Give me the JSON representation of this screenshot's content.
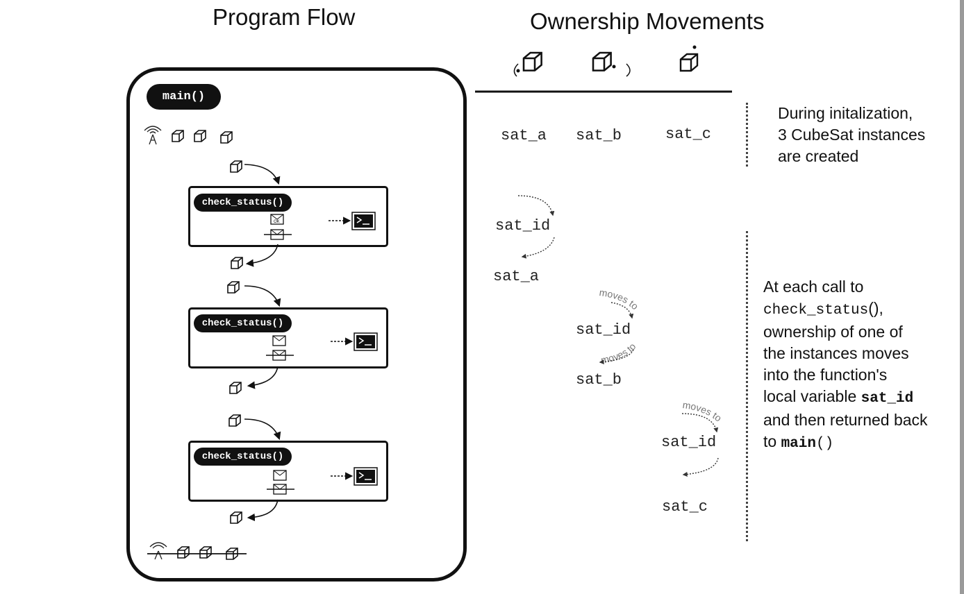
{
  "titles": {
    "program_flow": "Program Flow",
    "ownership": "Ownership Movements"
  },
  "program": {
    "main_label": "main()",
    "calls": [
      {
        "label": "check_status()"
      },
      {
        "label": "check_status()"
      },
      {
        "label": "check_status()"
      }
    ],
    "mail_ok_text": "OK"
  },
  "ownership": {
    "instances": [
      "sat_a",
      "sat_b",
      "sat_c"
    ],
    "moves": [
      {
        "local": "sat_id",
        "returned": "sat_a"
      },
      {
        "local": "sat_id",
        "returned": "sat_b"
      },
      {
        "local": "sat_id",
        "returned": "sat_c"
      }
    ],
    "moves_to_label": "moves to"
  },
  "notes": {
    "init": [
      "During initalization,",
      "3 CubeSat instances",
      "are created"
    ],
    "call": {
      "l1": "At each call to",
      "l2_code": "check_status",
      "l2_rest": "(),",
      "l3": "ownership of one of",
      "l4": "the instances moves",
      "l5": "into the function's",
      "l6_pre": "local variable ",
      "l6_code": "sat_id",
      "l7": "and then returned back",
      "l8_pre": "to ",
      "l8_code": "main",
      "l8_rest": "()"
    }
  }
}
